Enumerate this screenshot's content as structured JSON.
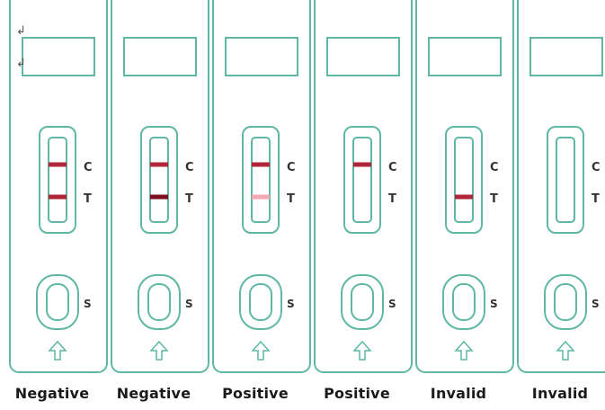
{
  "diagram": {
    "strip_labels": {
      "control": "C",
      "test": "T",
      "sample": "S"
    },
    "outline_color": "#5fb7a5",
    "line_colors": {
      "strong": "#b0253a",
      "dark": "#7a0f1f",
      "faint": "#f3a7b3"
    },
    "paragraph_marks": [
      "↲",
      "↲"
    ],
    "cassettes": [
      {
        "result": "Negative",
        "c_line": "strong",
        "t_line": "strong"
      },
      {
        "result": "Negative",
        "c_line": "strong",
        "t_line": "dark"
      },
      {
        "result": "Positive",
        "c_line": "strong",
        "t_line": "faint"
      },
      {
        "result": "Positive",
        "c_line": "strong",
        "t_line": null
      },
      {
        "result": "Invalid",
        "c_line": null,
        "t_line": "strong"
      },
      {
        "result": "Invalid",
        "c_line": null,
        "t_line": null
      }
    ]
  }
}
